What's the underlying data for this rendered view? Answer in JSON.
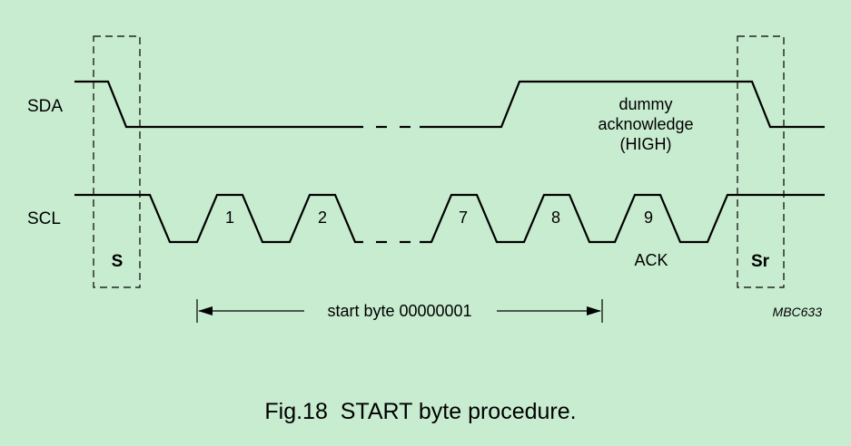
{
  "signals": {
    "sda": "SDA",
    "scl": "SCL"
  },
  "pulses": [
    "1",
    "2",
    "7",
    "8",
    "9"
  ],
  "conditions": {
    "start": "S",
    "repeated_start": "Sr"
  },
  "annotations": {
    "dummy_ack": [
      "dummy",
      "acknowledge",
      "(HIGH)"
    ],
    "ack": "ACK",
    "start_byte": "start byte 00000001"
  },
  "figure_ref": "MBC633",
  "caption": "Fig.18  START byte procedure.",
  "colors": {
    "background": "#c8ecd0",
    "line": "#000000"
  }
}
